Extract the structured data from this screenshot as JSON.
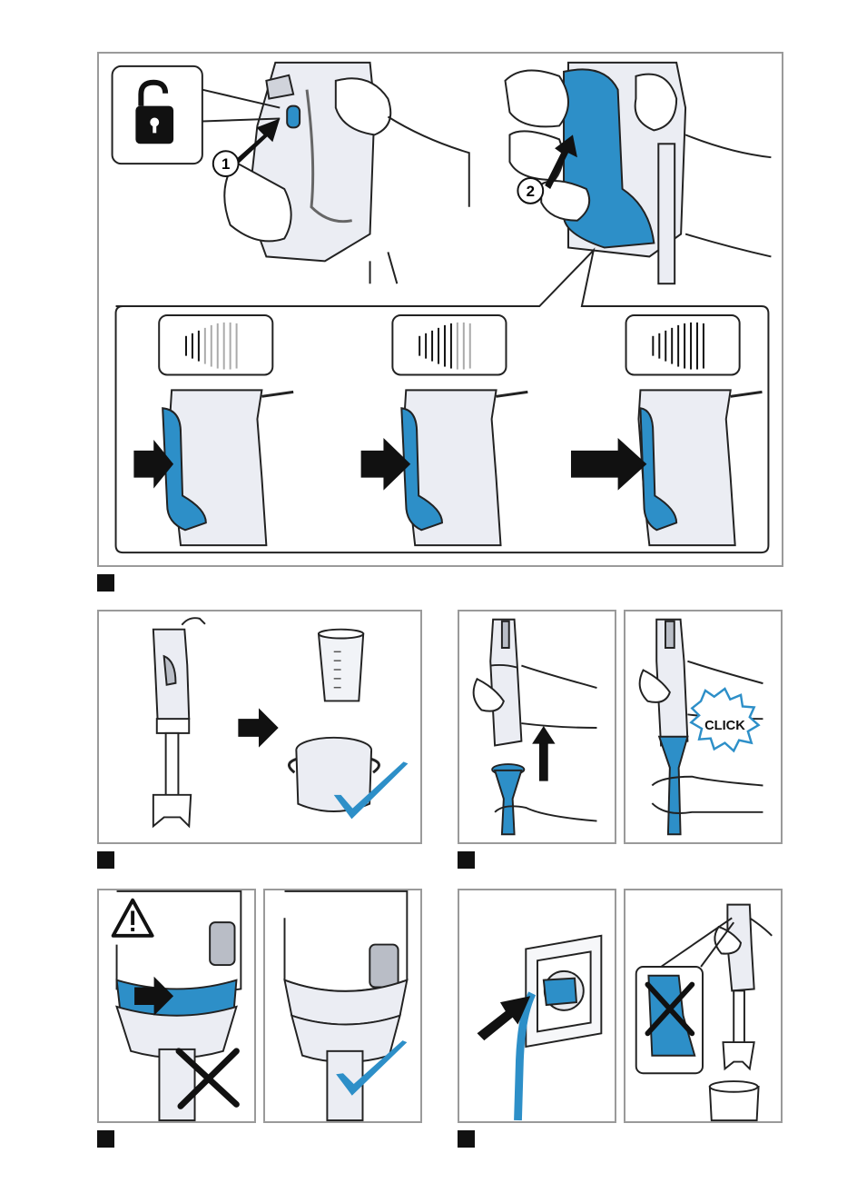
{
  "steps": [
    {
      "id": "step-1",
      "number": "1"
    },
    {
      "id": "step-2",
      "number": "2"
    }
  ],
  "click_label": "CLICK",
  "colors": {
    "accent_blue": "#2d8fc8",
    "frame_gray": "#9a9a9a",
    "device_light": "#ebedf3",
    "marker": "#111111"
  },
  "icons": [
    "unlock-icon",
    "warning-icon",
    "checkmark-icon",
    "cross-icon",
    "arrow-icon",
    "sound-level-icon"
  ]
}
